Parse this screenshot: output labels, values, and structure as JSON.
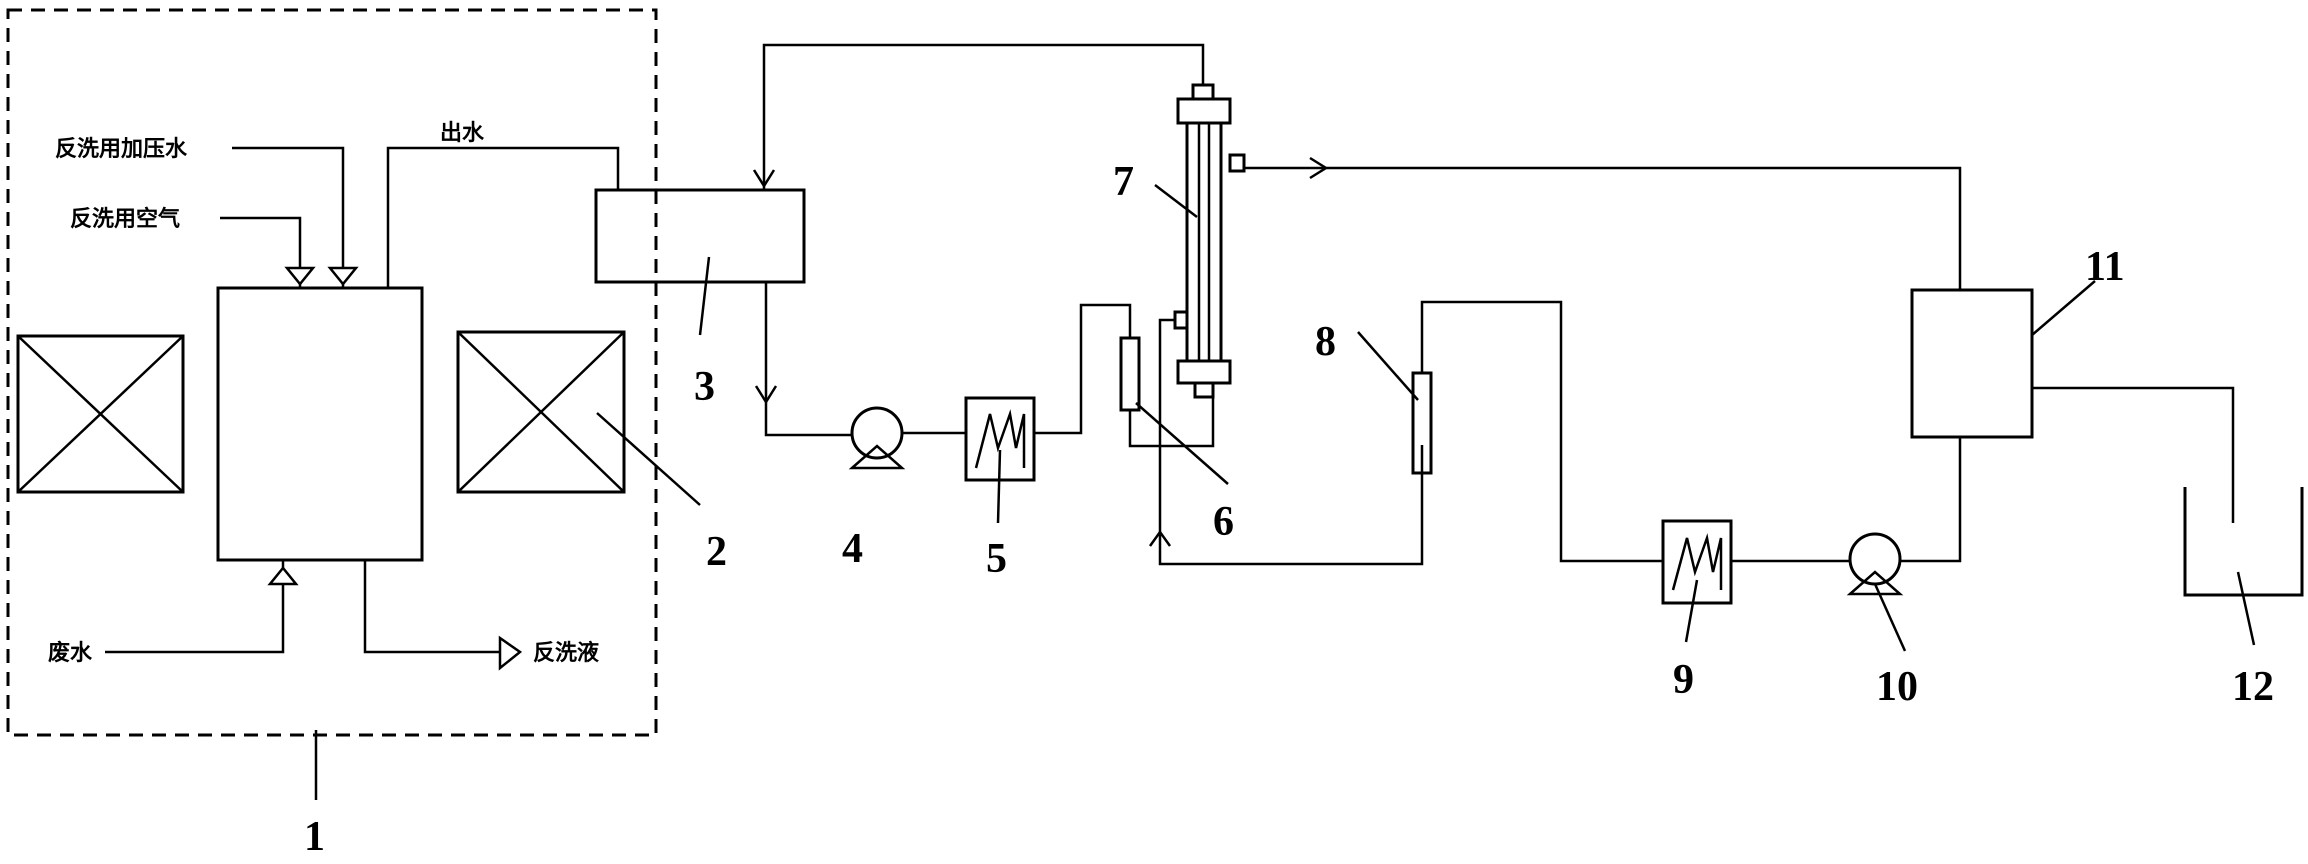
{
  "labels": {
    "backwash_pressurized_water": "反洗用加压水",
    "backwash_air": "反洗用空气",
    "outlet_water": "出水",
    "wastewater": "废水",
    "backwash_liquid": "反洗液"
  },
  "numbers": {
    "n1": "1",
    "n2": "2",
    "n3": "3",
    "n4": "4",
    "n5": "5",
    "n6": "6",
    "n7": "7",
    "n8": "8",
    "n9": "9",
    "n10": "10",
    "n11": "11",
    "n12": "12"
  },
  "colors": {
    "line": "#000000",
    "background": "#ffffff"
  }
}
